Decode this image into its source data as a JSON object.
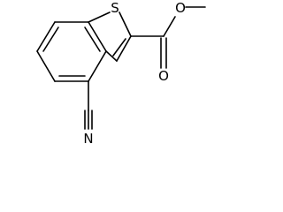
{
  "molecule": {
    "atom_labels": {
      "sulfur": "S",
      "carbonyl_oxygen": "O",
      "ester_oxygen": "O",
      "nitrile_nitrogen": "N"
    },
    "colors": {
      "bond": "#000000",
      "background": "#ffffff"
    }
  }
}
